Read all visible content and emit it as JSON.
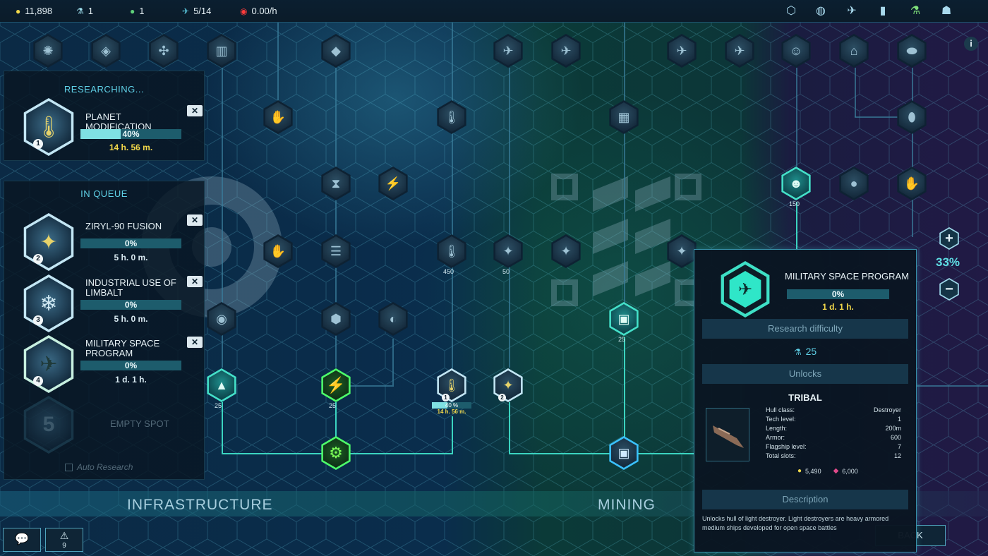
{
  "topbar": {
    "credits": "11,898",
    "research_points": "1",
    "planets": "1",
    "fleet": "5/14",
    "rate": "0.00/h",
    "icons": [
      "map-icon",
      "globe-icon",
      "fleet-icon",
      "stats-icon",
      "research-icon",
      "population-icon"
    ]
  },
  "researching": {
    "header": "RESEARCHING...",
    "item": {
      "name": "PLANET MODIFICATION",
      "progress": "40%",
      "progress_value": 0.4,
      "time": "14 h. 56 m.",
      "index": "1"
    }
  },
  "queue": {
    "header": "IN QUEUE",
    "items": [
      {
        "name": "ZIRYL-90 FUSION",
        "progress": "0%",
        "time": "5 h. 0 m.",
        "index": "2"
      },
      {
        "name": "INDUSTRIAL USE OF LIMBALT",
        "progress": "0%",
        "time": "5 h. 0 m.",
        "index": "3"
      },
      {
        "name": "MILITARY SPACE PROGRAM",
        "progress": "0%",
        "time": "1 d. 1 h.",
        "index": "4"
      }
    ],
    "empty_index": "5",
    "empty_label": "EMPTY SPOT",
    "auto_research": "Auto Research"
  },
  "tree": {
    "costs": {
      "c1": "25",
      "c2": "25",
      "c3": "450",
      "c4": "50",
      "c5": "25",
      "c6": "150"
    },
    "active_node": {
      "progress": "40 %",
      "time": "14 h. 56 m.",
      "index": "1"
    },
    "ziryl_index": "2"
  },
  "categories": [
    "INFRASTRUCTURE",
    "MINING"
  ],
  "zoom": {
    "plus": "+",
    "minus": "−",
    "level": "33%"
  },
  "tooltip": {
    "title": "MILITARY SPACE PROGRAM",
    "progress": "0%",
    "time": "1 d. 1 h.",
    "difficulty_header": "Research difficulty",
    "difficulty": "25",
    "unlocks_header": "Unlocks",
    "ship_name": "TRIBAL",
    "specs": [
      {
        "label": "Hull class:",
        "value": "Destroyer"
      },
      {
        "label": "Tech level:",
        "value": "1"
      },
      {
        "label": "Length:",
        "value": "200m"
      },
      {
        "label": "Armor:",
        "value": "600"
      },
      {
        "label": "Flagship level:",
        "value": "7"
      },
      {
        "label": "Total slots:",
        "value": "12"
      }
    ],
    "cost_credits": "5,490",
    "cost_crystal": "6,000",
    "description_header": "Description",
    "description": "Unlocks hull of light destroyer. Light destroyers are heavy armored medium ships developed for open space battles"
  },
  "bottom": {
    "alerts_count": "9",
    "back_label": "BACK"
  },
  "colors": {
    "accent": "#3bd4c0",
    "gold": "#f2d84a",
    "panel": "#0a1622"
  }
}
